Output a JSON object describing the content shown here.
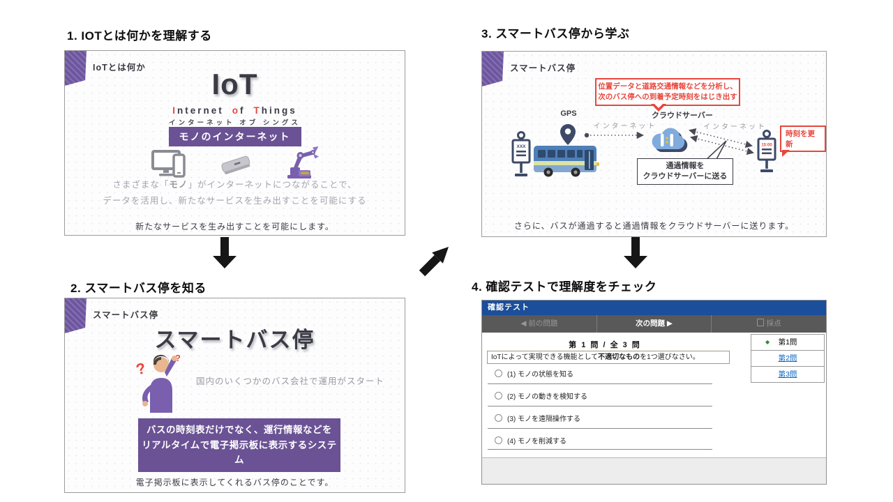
{
  "colors": {
    "purple": "#6a5294",
    "red": "#e8463c",
    "navy": "#3d4a66",
    "quiz_header_blue": "#1b4e9b",
    "link_blue": "#0563c1",
    "marker_green": "#2e8b2e"
  },
  "panel1": {
    "heading": "1. IOTとは何かを理解する",
    "tag": "IoTとは何か",
    "title": "IoT",
    "subtitle": {
      "w1a": "I",
      "w1b": "nternet",
      "w2a": "o",
      "w2b": "f",
      "w3a": "T",
      "w3b": "hings"
    },
    "subtitle_kana": "インターネット オブ シングス",
    "banner": "モノのインターネット",
    "desc1a": "さまざまな「",
    "desc1b": "モノ",
    "desc1c": "」がインターネットにつながることで、",
    "desc2": "データを活用し、新たなサービスを生み出すことを可能にする",
    "caption": "新たなサービスを生み出すことを可能にします。"
  },
  "panel2": {
    "heading": "2. スマートバス停を知る",
    "tag": "スマートバス停",
    "title": "スマートバス停",
    "note": "国内のいくつかのバス会社で運用がスタート",
    "box1": "バスの時刻表だけでなく、運行情報などを",
    "box2": "リアルタイムで電子掲示板に表示するシステム",
    "caption": "電子掲示板に表示してくれるバス停のことです。"
  },
  "panel3": {
    "heading": "3. スマートバス停から学ぶ",
    "tag": "スマートバス停",
    "callout1": "位置データと道路交通情報などを分析し、",
    "callout2": "次のバス停への到着予定時刻をはじき出す",
    "gps": "GPS",
    "cloud": "クラウドサーバー",
    "internet1": "インターネット",
    "internet2": "インターネット",
    "sign_left": "XXX",
    "sign_right_time": "15:00",
    "time_update": "時刻を更新",
    "bubble1": "通過情報を",
    "bubble2": "クラウドサーバーに送る",
    "caption": "さらに、バスが通過すると通過情報をクラウドサーバーに送ります。"
  },
  "panel4": {
    "heading": "4. 確認テストで理解度をチェック",
    "window_title": "確認テスト",
    "nav": {
      "prev_icon": "◀",
      "prev": "前の問題",
      "next": "次の問題",
      "next_icon": "▶",
      "grade": "採点"
    },
    "progress": "第 1 問 / 全 3 問",
    "q_pre": "IoTによって実現できる機能として",
    "q_bold": "不適切なもの",
    "q_post": "を1つ選びなさい。",
    "options": [
      "(1) モノの状態を知る",
      "(2) モノの動きを検知する",
      "(3) モノを遠隔操作する",
      "(4) モノを削減する"
    ],
    "qlist": [
      {
        "label": "第1問",
        "marker": "◆"
      },
      {
        "label": "第2問"
      },
      {
        "label": "第3問"
      }
    ]
  }
}
